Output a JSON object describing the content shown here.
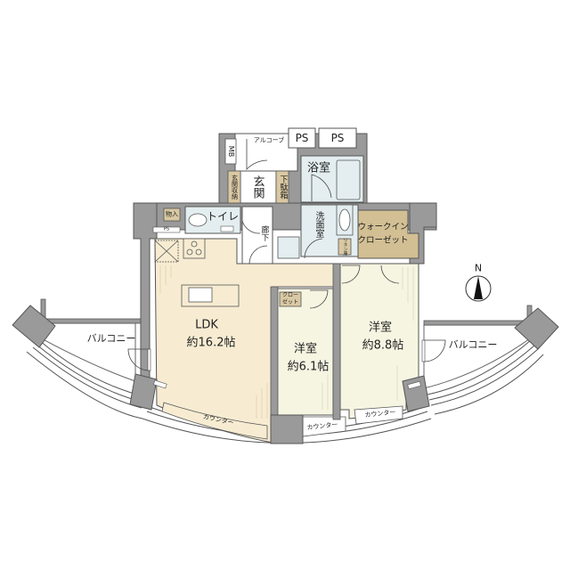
{
  "floorplan": {
    "colors": {
      "wall": "#9a9a9a",
      "wall_stroke": "#555555",
      "ldk_floor": "#f7ecd2",
      "bedroom_floor": "#f6f5e2",
      "wet_area": "#e4eef0",
      "storage": "#d9c9a3",
      "walkin": "#d2bf93",
      "balcony": "#ffffff"
    },
    "rooms": {
      "ldk": {
        "name": "LDK",
        "size": "約16.2帖"
      },
      "bedroom1": {
        "name": "洋室",
        "size": "約6.1帖"
      },
      "bedroom2": {
        "name": "洋室",
        "size": "約8.8帖"
      },
      "bath": {
        "name": "浴室"
      },
      "washroom": {
        "name": "洗面室"
      },
      "toilet": {
        "name": "トイレ"
      },
      "entrance": {
        "name": "玄関"
      },
      "hallway": {
        "name": "廊下"
      },
      "walkin_closet": {
        "name_line1": "ウォークイン",
        "name_line2": "クローゼット"
      },
      "closet": {
        "name_line1": "クロー",
        "name_line2": "ゼット"
      },
      "alcove": {
        "name": "アルコーブ"
      },
      "balcony_left": {
        "name": "バルコニー"
      },
      "balcony_right": {
        "name": "バルコニー"
      }
    },
    "storage": {
      "entrance_storage": "玄関収納",
      "shoe_box": "下駄箱",
      "storage_room": "物入",
      "linen": "リネン庫",
      "mb": "MB"
    },
    "shafts": {
      "ps1": "PS",
      "ps2": "PS",
      "ps_small": "PS"
    },
    "counters": {
      "ldk": "カウンター",
      "bedroom1": "カウンター",
      "bedroom2": "カウンター"
    },
    "compass": {
      "label": "N"
    }
  }
}
